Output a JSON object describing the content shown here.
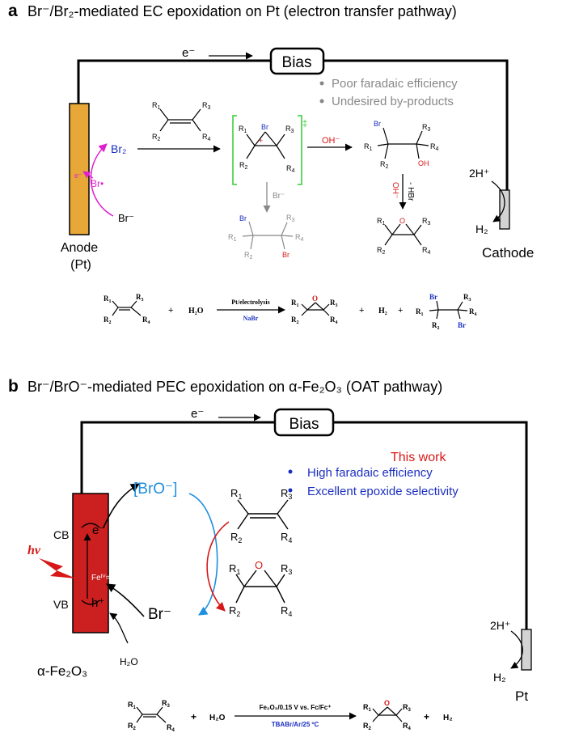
{
  "panel_a": {
    "letter": "a",
    "title": "Br⁻/Br₂-mediated EC epoxidation on Pt (electron transfer pathway)",
    "electron": "e⁻",
    "bias": "Bias",
    "notes": [
      "Poor faradaic efficiency",
      "Undesired by-products"
    ],
    "anode_label": "Anode",
    "anode_sub": "(Pt)",
    "cathode_label": "Cathode",
    "br2": "Br₂",
    "br_radical": "Br•",
    "e_minus": "e⁻",
    "br_minus": "Br⁻",
    "oh_minus": "OH⁻",
    "minus_hbr": "- HBr",
    "oh_minus_vert": "OH⁻",
    "br_minus_down": "Br⁻",
    "dagger": "‡",
    "plus": "+",
    "h_plus": "2H⁺",
    "h2": "H₂",
    "eq_plus1": "+",
    "eq_h2o": "H₂O",
    "eq_cond_top": "Pt/electrolysis",
    "eq_cond_bottom": "NaBr",
    "eq_plus2": "+",
    "eq_h2": "H₂",
    "eq_plus3": "+"
  },
  "panel_b": {
    "letter": "b",
    "title": "Br⁻/BrO⁻-mediated PEC epoxidation on α-Fe₂O₃ (OAT pathway)",
    "electron": "e⁻",
    "bias": "Bias",
    "this_work": "This work",
    "notes": [
      "High faradaic efficiency",
      "Excellent epoxide selectivity"
    ],
    "cb": "CB",
    "vb": "VB",
    "hv": "hv",
    "e_minus": "e⁻",
    "h_plus": "h⁺",
    "fe": "Feᴵⱽ=O",
    "bro": "[BrO⁻]",
    "br": "Br⁻",
    "h2o": "H₂O",
    "electrode_label": "α-Fe₂O₃",
    "cathode_h": "2H⁺",
    "cathode_h2": "H₂",
    "cathode_label": "Pt",
    "eq_plus1": "+",
    "eq_h2o": "H₂O",
    "eq_cond_top": "Fe₂O₃/0.15 V vs. Fc/Fc⁺",
    "eq_cond_bottom": "TBABr/Ar/25 ºC",
    "eq_plus2": "+",
    "eq_h2": "H₂"
  },
  "colors": {
    "anode_fill": "#e8a838",
    "fe2o3_fill": "#cc1f1f",
    "blue_br": "#1a2fc0",
    "magenta": "#e020d0",
    "green_bracket": "#33cc33",
    "red": "#d81818",
    "light_blue": "#1e8fe0",
    "gray": "#8a8a8a"
  }
}
